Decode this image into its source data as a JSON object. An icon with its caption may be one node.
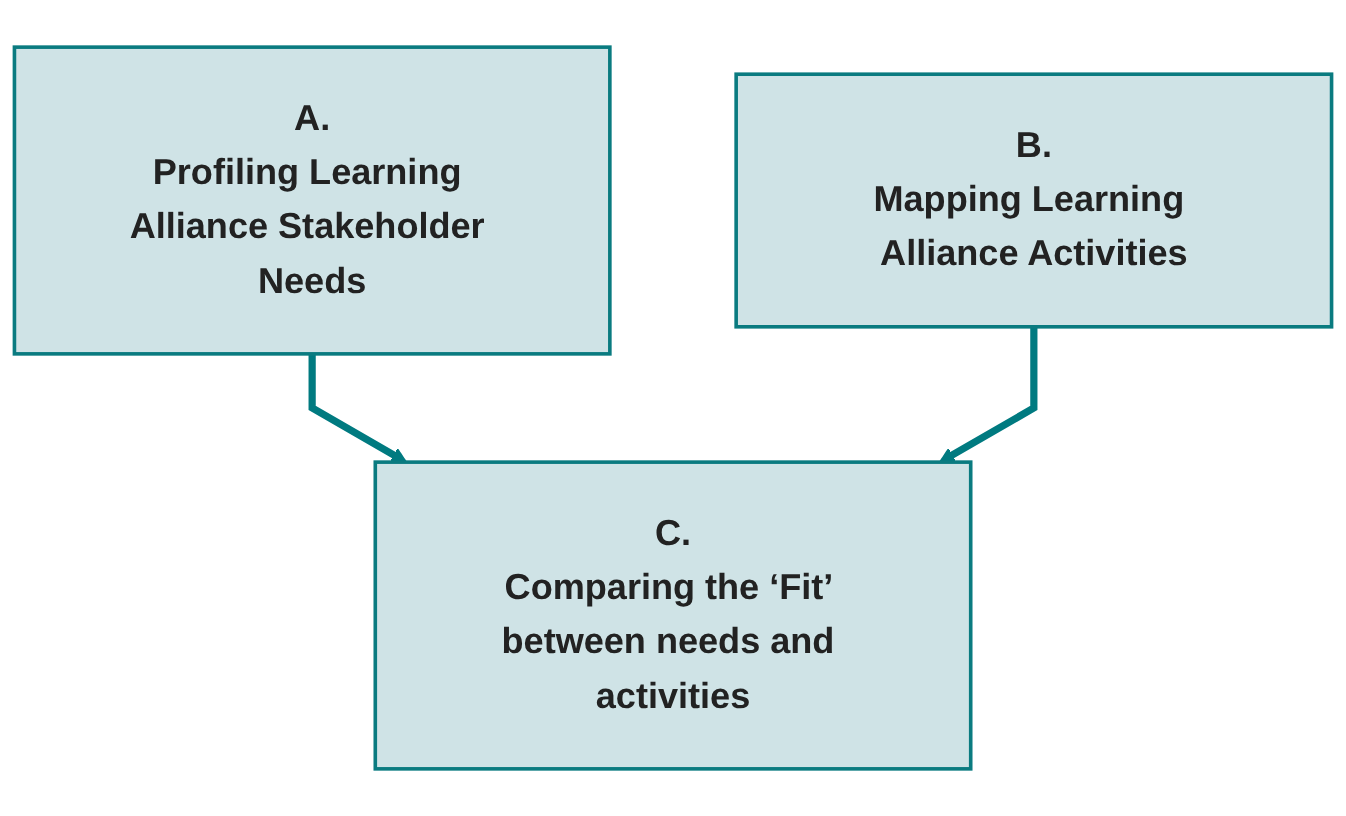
{
  "diagram": {
    "nodes": [
      {
        "text": [
          "A.",
          "Profiling Learning Alliance Stakeholder Needs"
        ]
      },
      {
        "text": [
          "B.",
          "Mapping Learning Alliance Activities"
        ]
      },
      {
        "text": [
          "C.",
          "Comparing the ‘Fit’ between needs and activities"
        ]
      }
    ],
    "edges": [
      {
        "from": 0,
        "to": 2,
        "arrow": "to"
      },
      {
        "from": 1,
        "to": 2,
        "arrow": "to"
      }
    ]
  }
}
